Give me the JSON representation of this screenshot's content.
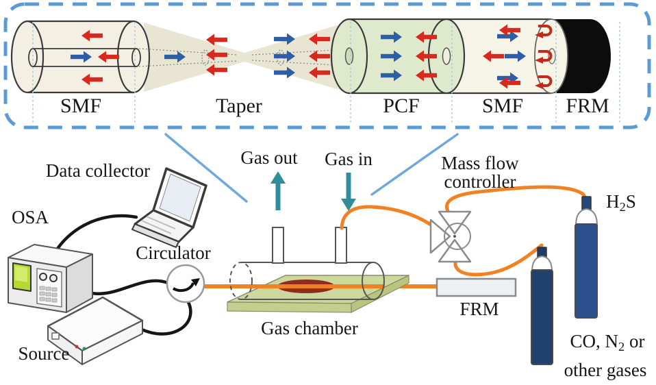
{
  "figure": {
    "fiber_inset": {
      "labels": {
        "smf_left": "SMF",
        "taper": "Taper",
        "pcf": "PCF",
        "smf_right": "SMF",
        "frm": "FRM"
      }
    },
    "setup": {
      "data_collector": "Data collector",
      "osa": "OSA",
      "circulator": "Circulator",
      "source": "Source",
      "gas_out": "Gas out",
      "gas_in": "Gas in",
      "mass_flow_line1": "Mass flow",
      "mass_flow_line2": "controller",
      "gas_chamber": "Gas chamber",
      "frm": "FRM",
      "h2s_pre": "H",
      "h2s_sub": "2",
      "h2s_post": "S",
      "bottle_line1_pre": "CO, N",
      "bottle_line1_sub": "2",
      "bottle_line1_post": " or",
      "bottle_line2": "other gases"
    },
    "colors": {
      "dashed_border": "#5b9bd5",
      "pointer_line": "#6fa8dc",
      "forward_arrow_blue": "#2e5fa5",
      "backward_arrow_red": "#d9291f",
      "gas_arrow_teal": "#2f8e99",
      "fiber_orange": "#f08223",
      "pcf_green": "#dfe9cb",
      "plate_green": "#ccd89d",
      "sensing_region_red": "#8f2c1e",
      "bottle_navy": "#24477c",
      "osa_screen_green": "#b6d832",
      "frm_black": "#0c0c0c"
    }
  }
}
